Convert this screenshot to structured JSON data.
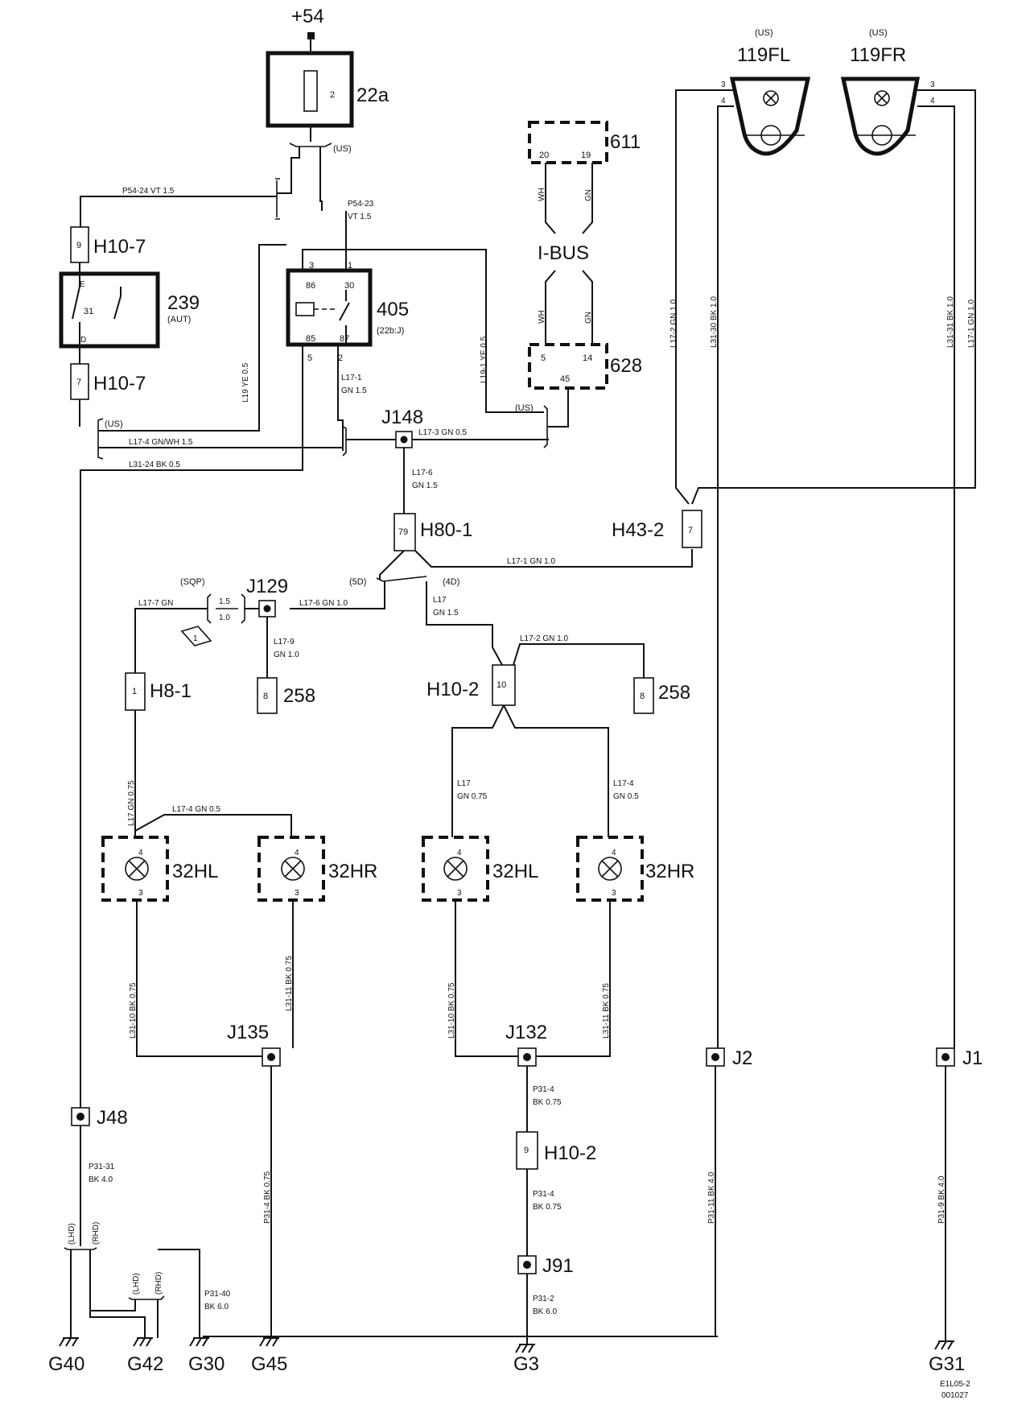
{
  "supply": {
    "label": "+54"
  },
  "fuse": {
    "id": "22a",
    "number": "2",
    "variant": "(US)"
  },
  "relay": {
    "id": "405",
    "sub": "(22b:J)",
    "pins": [
      "86",
      "30",
      "85",
      "87"
    ],
    "term_top_left": "3",
    "term_top_right": "1",
    "term_bot_left": "5",
    "term_bot_right": "2"
  },
  "switch": {
    "id": "239",
    "sub": "(AUT)",
    "pin_e": "E",
    "pin_31": "31",
    "pin_d": "D"
  },
  "modules": {
    "m611": {
      "id": "611",
      "pin_a": "20",
      "pin_b": "19"
    },
    "m628": {
      "id": "628",
      "pin_a": "5",
      "pin_b": "14",
      "pin_c": "45"
    },
    "ibus": "I-BUS"
  },
  "lamps_front": {
    "fl": {
      "id": "119FL",
      "variant": "(US)",
      "pin_a": "3",
      "pin_b": "4"
    },
    "fr": {
      "id": "119FR",
      "variant": "(US)",
      "pin_a": "3",
      "pin_b": "4"
    }
  },
  "lamps_rear": {
    "l1": {
      "id": "32HL",
      "p1": "4",
      "p2": "3"
    },
    "r1": {
      "id": "32HR",
      "p1": "4",
      "p2": "3"
    },
    "l2": {
      "id": "32HL",
      "p1": "4",
      "p2": "3"
    },
    "r2": {
      "id": "32HR",
      "p1": "4",
      "p2": "3"
    }
  },
  "connectors": {
    "h107a": {
      "id": "H10-7",
      "pin": "9"
    },
    "h107b": {
      "id": "H10-7",
      "pin": "7"
    },
    "h801": {
      "id": "H80-1",
      "pin": "79"
    },
    "h432": {
      "id": "H43-2",
      "pin": "7"
    },
    "h81": {
      "id": "H8-1",
      "pin": "1"
    },
    "h102a": {
      "id": "H10-2",
      "pin": "10"
    },
    "h102b": {
      "id": "H10-2",
      "pin": "9"
    },
    "c258a": {
      "id": "258",
      "pin": "8"
    },
    "c258b": {
      "id": "258",
      "pin": "8"
    }
  },
  "splices": {
    "j148": "J148",
    "j129": "J129",
    "j135": "J135",
    "j132": "J132",
    "j2": "J2",
    "j1": "J1",
    "j48": "J48",
    "j91": "J91"
  },
  "grounds": {
    "g40": "G40",
    "g42": "G42",
    "g30": "G30",
    "g45": "G45",
    "g3": "G3",
    "g31": "G31"
  },
  "variants": {
    "us1": "(US)",
    "us2": "(US)",
    "sqp": "(SQP)",
    "d5": "(5D)",
    "d4": "(4D)",
    "lhd1": "(LHD)",
    "rhd1": "(RHD)",
    "lhd2": "(LHD)",
    "rhd2": "(RHD)",
    "sqp_a": "1.5",
    "sqp_b": "1.0",
    "note": "1"
  },
  "wires": {
    "p5424": "P54-24   VT   1.5",
    "p5423a": "P54-23",
    "p5423b": "VT   1.5",
    "l19": "L19   YE   0.5",
    "l19_1": "L19-1   YE   0.5",
    "l17_1a": "L17-1",
    "l17_1b": "GN   1.5",
    "l17_4": "L17-4   GN/WH   1.5",
    "l31_24": "L31-24   BK   0.5",
    "l17_3": "L17-3   GN   0.5",
    "l17_6a": "L17-6",
    "l17_6b": "GN   1.5",
    "l17_1c": "L17-1   GN   1.0",
    "l17_7": "L17-7   GN",
    "l17_6c": "L17-6   GN   1.0",
    "l17_9a": "L17-9",
    "l17_9b": "GN   1.0",
    "l17a": "L17",
    "l17b": "GN   1.5",
    "l17_2": "L17-2   GN   1.0",
    "wh1": "WH",
    "gn1": "GN",
    "wh2": "WH",
    "gn2": "GN",
    "l17_2v": "L17-2   GN   1.0",
    "l31_30": "L31-30   BK   1.0",
    "l31_31": "L31-31   BK   1.0",
    "l17_1v": "L17-1   GN   1.0",
    "h81w": "L17   GN   0.75",
    "l17_4b": "L17-4   GN   0.5",
    "l17c": "L17",
    "l17d": "GN   0.75",
    "l17_4c": "L17-4",
    "l17_4d": "GN   0.5",
    "l31_10a": "L31-10   BK   0.75",
    "l31_11a": "L31-11   BK   0.75",
    "l31_10b": "L31-10   BK   0.75",
    "l31_11b": "L31-11   BK   0.75",
    "p31_4a": "P31-4",
    "p31_4b": "BK   0.75",
    "p31_4c": "P31-4",
    "p31_4d": "BK   0.75",
    "p31_2a": "P31-2",
    "p31_2b": "BK   6.0",
    "p31_31a": "P31-31",
    "p31_31b": "BK   4.0",
    "p31_40a": "P31-40",
    "p31_40b": "BK   6.0",
    "p31_4v": "P31-4   BK   0.75",
    "p31_11": "P31-11   BK   4.0",
    "p31_9": "P31-9   BK   4.0"
  },
  "footer": {
    "code": "E1L05-2",
    "date": "001027"
  }
}
